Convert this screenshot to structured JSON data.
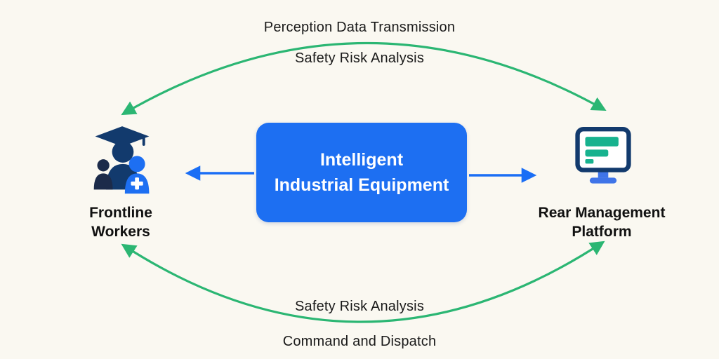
{
  "diagram": {
    "center_box": {
      "line1": "Intelligent",
      "line2": "Industrial Equipment"
    },
    "left_node": {
      "line1": "Frontline",
      "line2": "Workers",
      "icon": "workers-icon"
    },
    "right_node": {
      "line1": "Rear Management",
      "line2": "Platform",
      "icon": "monitor-icon"
    },
    "top_flow": {
      "label1": "Perception Data Transmission",
      "label2": "Safety Risk Analysis"
    },
    "bottom_flow": {
      "label1": "Safety Risk Analysis",
      "label2": "Command and Dispatch"
    }
  },
  "colors": {
    "background": "#faf8f1",
    "box_blue": "#1d6ff2",
    "arrow_blue": "#1a6ef5",
    "arrow_green": "#2bb673",
    "icon_navy": "#123a6d",
    "icon_blue": "#1d6ff2",
    "icon_teal": "#17b28e",
    "icon_dark": "#1c2b4a",
    "stand_blue": "#3f74e8",
    "text_dark": "#1a1a1a"
  }
}
